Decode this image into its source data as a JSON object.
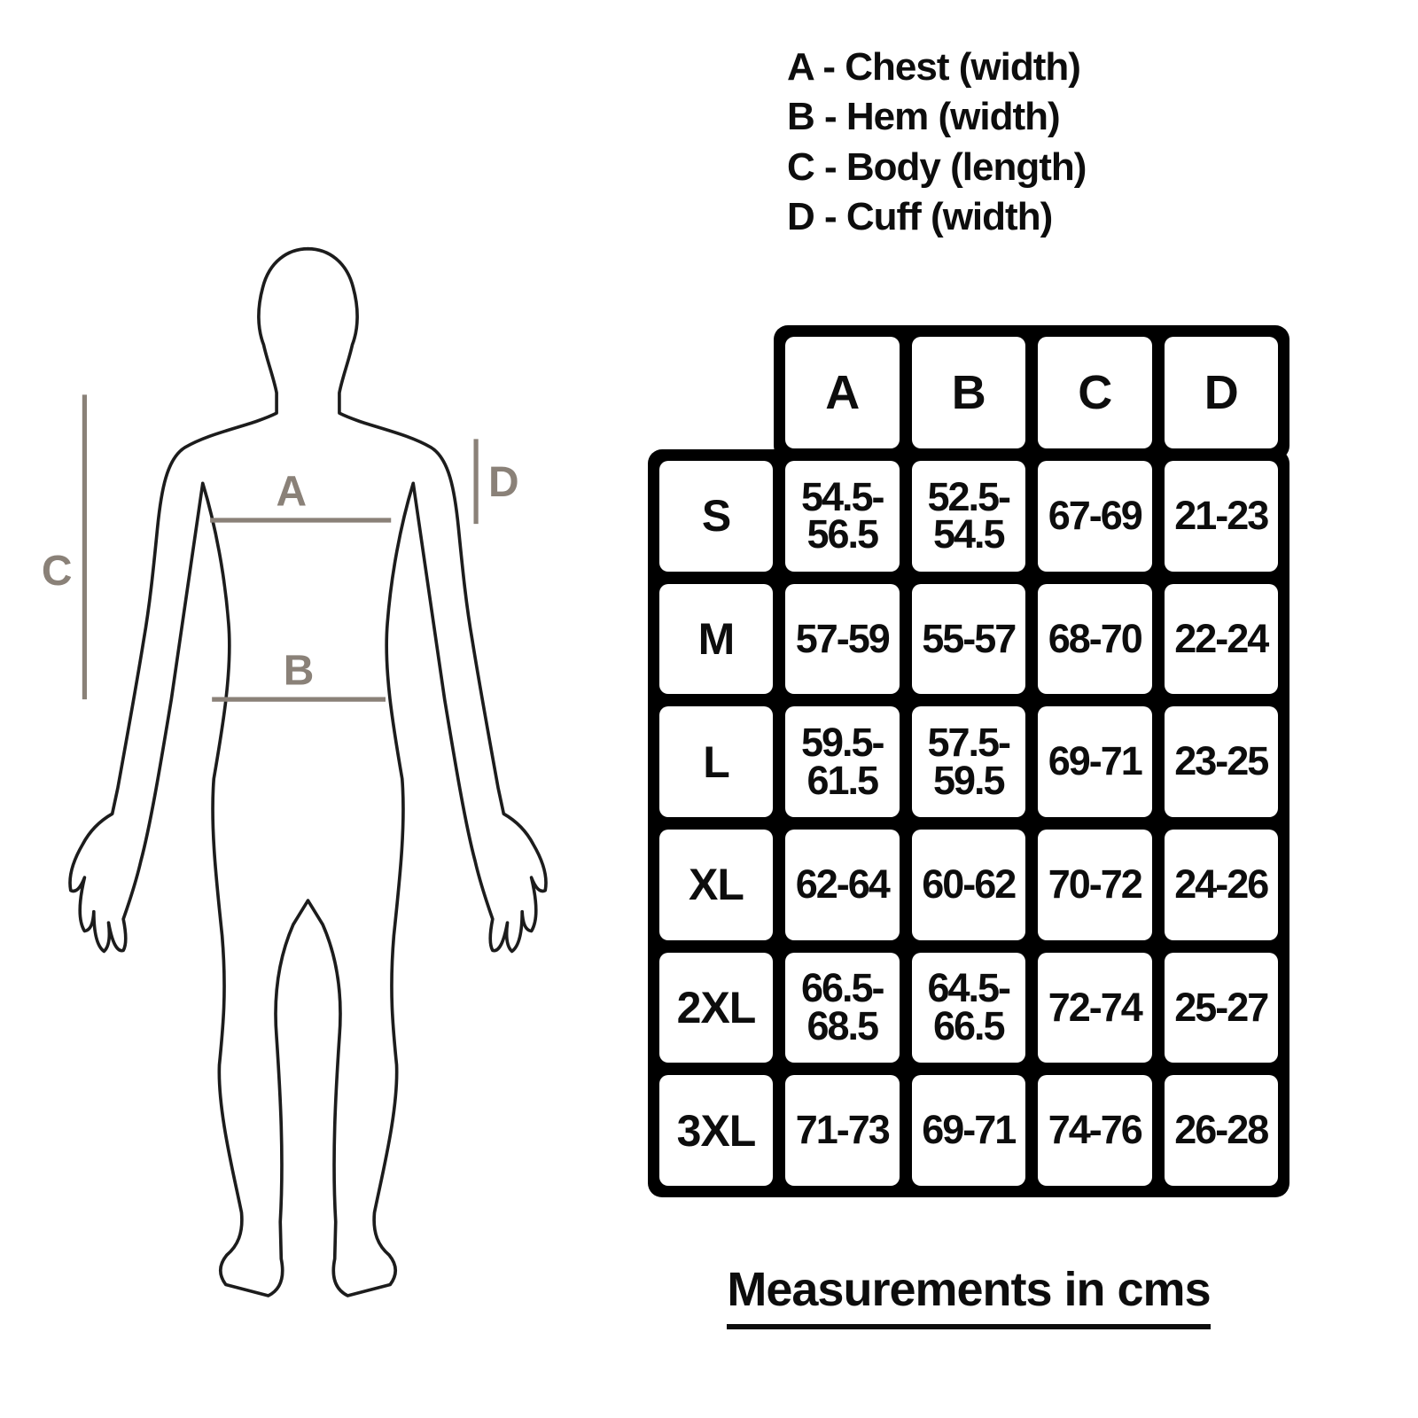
{
  "legend": {
    "items": [
      {
        "label": "A - Chest (width)"
      },
      {
        "label": "B - Hem (width)"
      },
      {
        "label": "C - Body (length)"
      },
      {
        "label": "D - Cuff (width)"
      }
    ]
  },
  "figure": {
    "labels": {
      "a": "A",
      "b": "B",
      "c": "C",
      "d": "D"
    },
    "annotation_color": "#8a8178",
    "outline_color": "#1c1c1c"
  },
  "size_chart": {
    "columns": [
      "A",
      "B",
      "C",
      "D"
    ],
    "rows": [
      {
        "size": "S",
        "values": [
          "54.5-\n56.5",
          "52.5-\n54.5",
          "67-69",
          "21-23"
        ]
      },
      {
        "size": "M",
        "values": [
          "57-59",
          "55-57",
          "68-70",
          "22-24"
        ]
      },
      {
        "size": "L",
        "values": [
          "59.5-\n61.5",
          "57.5-\n59.5",
          "69-71",
          "23-25"
        ]
      },
      {
        "size": "XL",
        "values": [
          "62-64",
          "60-62",
          "70-72",
          "24-26"
        ]
      },
      {
        "size": "2XL",
        "values": [
          "66.5-\n68.5",
          "64.5-\n66.5",
          "72-74",
          "25-27"
        ]
      },
      {
        "size": "3XL",
        "values": [
          "71-73",
          "69-71",
          "74-76",
          "26-28"
        ]
      }
    ]
  },
  "footer": {
    "text": "Measurements in cms"
  }
}
